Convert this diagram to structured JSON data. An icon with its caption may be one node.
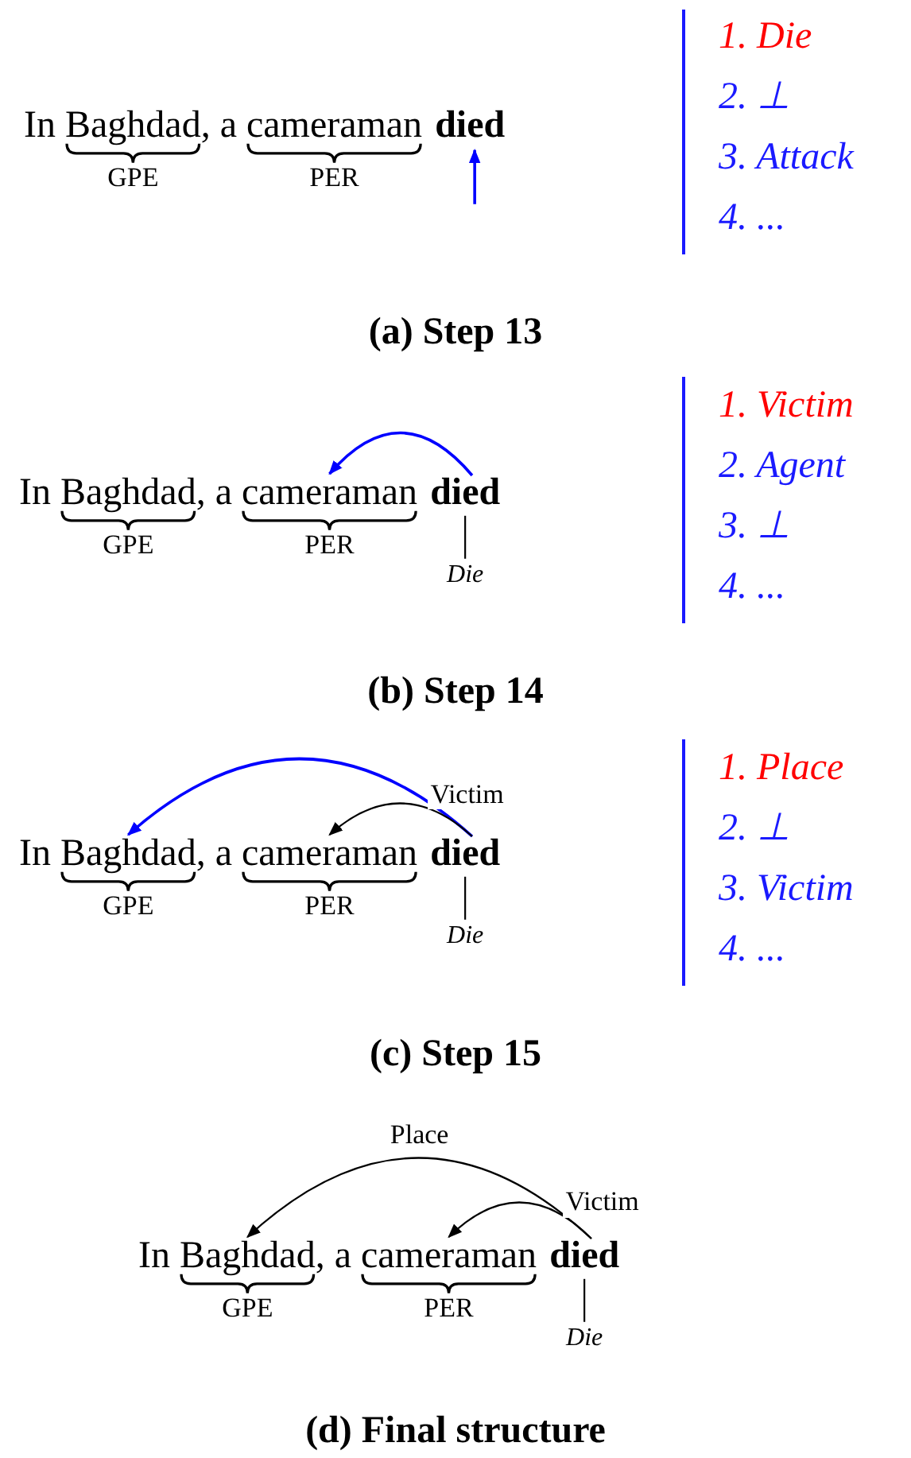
{
  "diagram": {
    "nodes": [
      {
        "text": [
          "Baghdad"
        ]
      },
      {
        "text": [
          "cameraman"
        ]
      },
      {
        "text": [
          "died"
        ]
      },
      {
        "text": [
          "Baghdad"
        ]
      },
      {
        "text": [
          "cameraman"
        ]
      },
      {
        "text": [
          "died"
        ]
      },
      {
        "text": [
          "Die"
        ]
      },
      {
        "text": [
          "Baghdad"
        ]
      },
      {
        "text": [
          "cameraman"
        ]
      },
      {
        "text": [
          "died"
        ]
      },
      {
        "text": [
          "Die"
        ]
      },
      {
        "text": [
          "Baghdad"
        ]
      },
      {
        "text": [
          "cameraman"
        ]
      },
      {
        "text": [
          "died"
        ]
      },
      {
        "text": [
          "Die"
        ]
      }
    ],
    "edges": [
      {
        "from": null,
        "to": 2,
        "arrow": "to",
        "color": "#0000ff"
      },
      {
        "from": 5,
        "to": 4,
        "arrow": "to",
        "color": "#0000ff"
      },
      {
        "from": 5,
        "to": 6,
        "arrow": "none"
      },
      {
        "from": 9,
        "to": 7,
        "arrow": "to",
        "color": "#0000ff"
      },
      {
        "from": 9,
        "to": 8,
        "arrow": "to",
        "label": "Victim"
      },
      {
        "from": 9,
        "to": 10,
        "arrow": "none"
      },
      {
        "from": 13,
        "to": 11,
        "arrow": "to",
        "label": "Place"
      },
      {
        "from": 13,
        "to": 12,
        "arrow": "to",
        "label": "Victim"
      },
      {
        "from": 13,
        "to": 14,
        "arrow": "none"
      }
    ],
    "labels": [
      "In",
      ", a",
      "GPE",
      "PER",
      "1. Die",
      "2. ⊥",
      "3. Attack",
      "4. ...",
      "(a) Step 13",
      "In",
      ", a",
      "GPE",
      "PER",
      "1. Victim",
      "2. Agent",
      "3. ⊥",
      "4. ...",
      "(b) Step 14",
      "In",
      ", a",
      "GPE",
      "PER",
      "1. Place",
      "2. ⊥",
      "3. Victim",
      "4. ...",
      "(c) Step 15",
      "In",
      ", a",
      "GPE",
      "PER",
      "(d) Final structure"
    ]
  }
}
